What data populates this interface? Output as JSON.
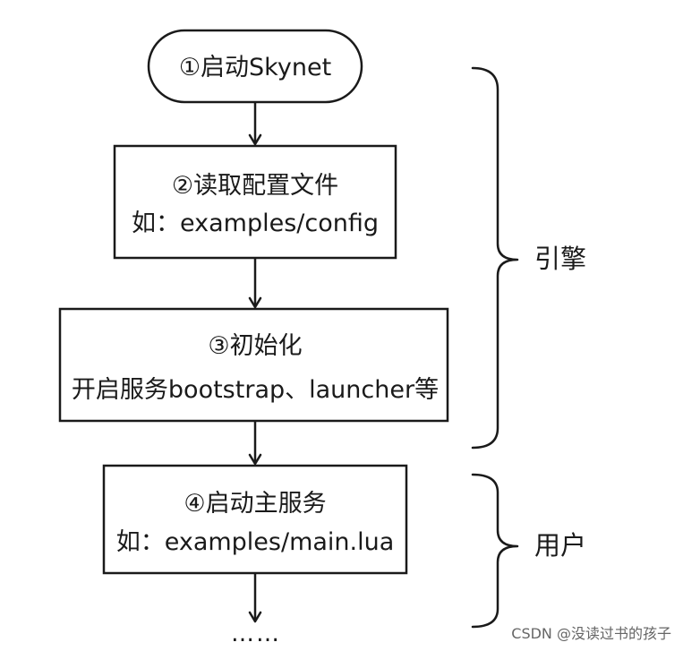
{
  "flowchart": {
    "steps": [
      {
        "lines": [
          "①启动Skynet"
        ]
      },
      {
        "lines": [
          "②读取配置文件",
          "如：examples/config"
        ]
      },
      {
        "lines": [
          "③初始化",
          "开启服务bootstrap、launcher等"
        ]
      },
      {
        "lines": [
          "④启动主服务",
          "如：examples/main.lua"
        ]
      }
    ],
    "continuation": "……"
  },
  "groups": {
    "engine_label": "引擎",
    "user_label": "用户"
  },
  "watermark": "CSDN @没读过书的孩子"
}
